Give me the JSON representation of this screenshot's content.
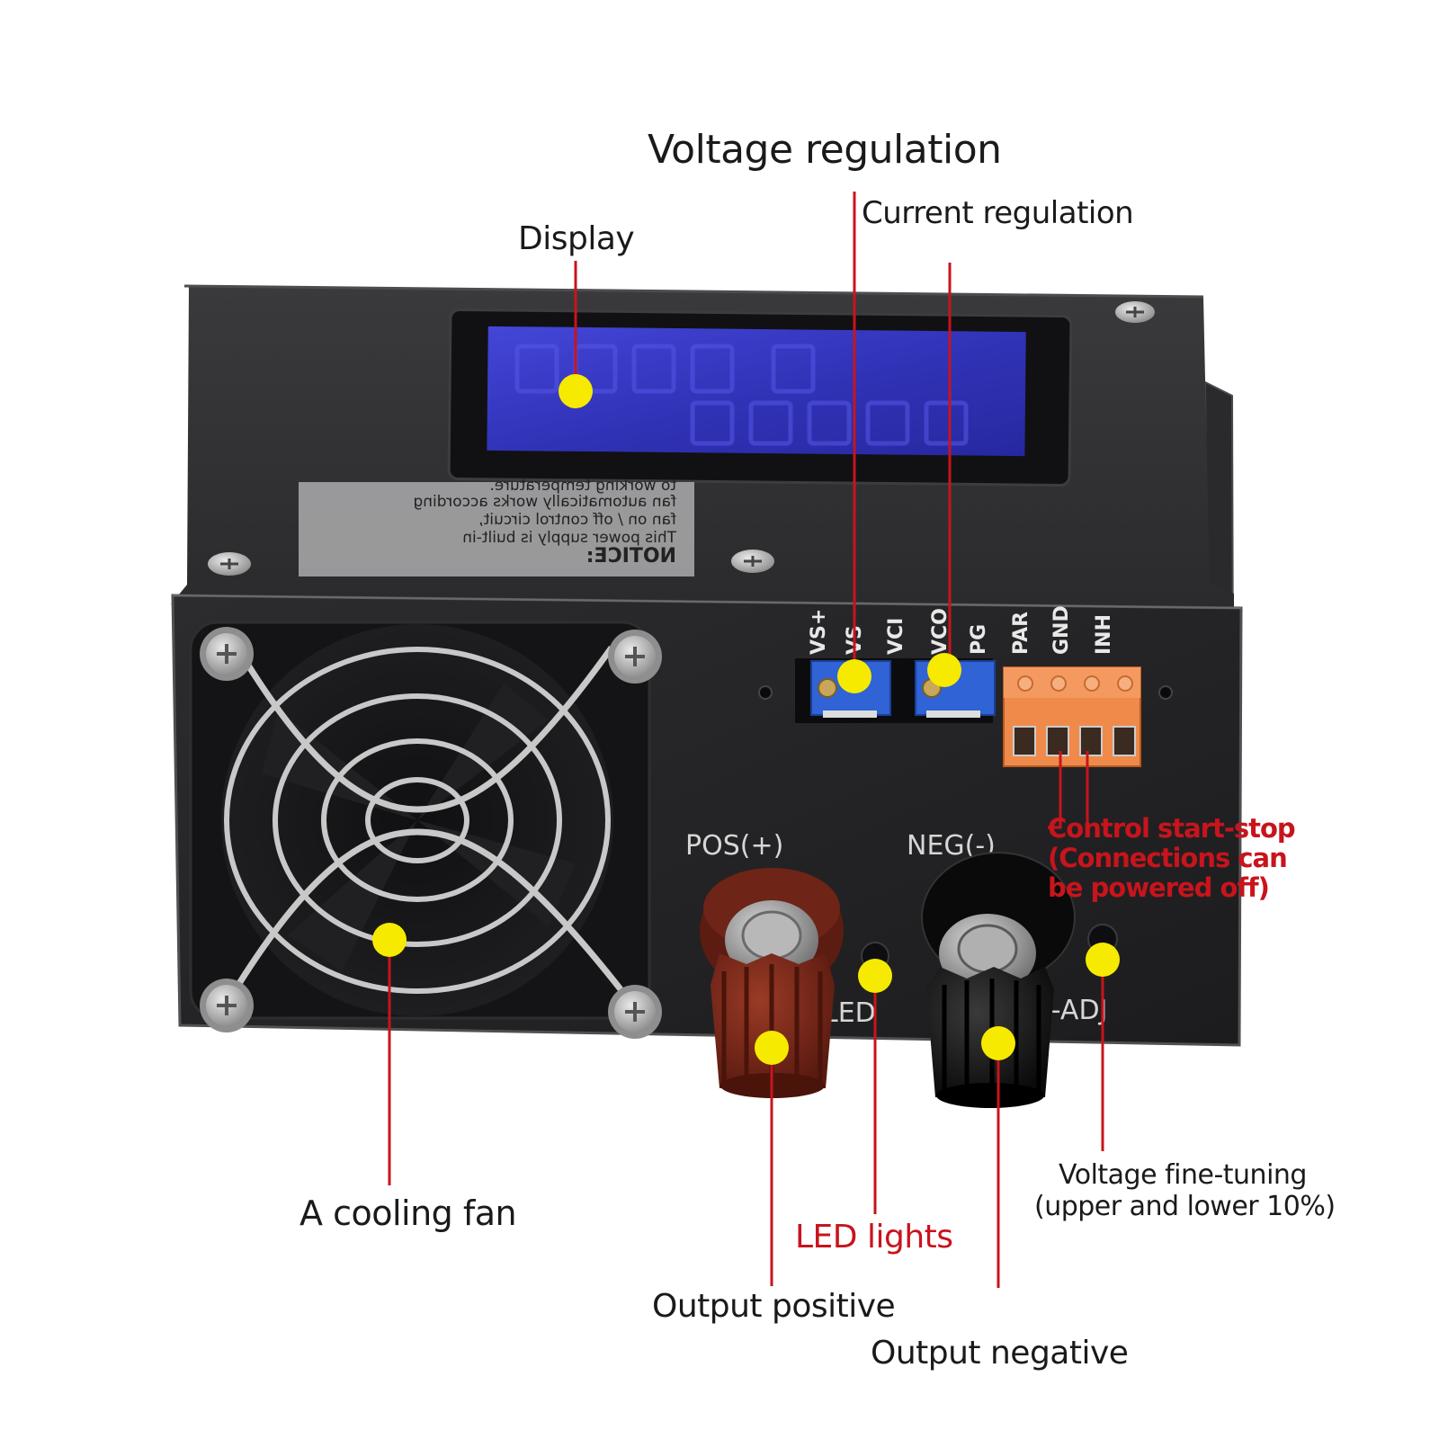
{
  "labels": {
    "voltage_regulation": "Voltage regulation",
    "current_regulation": "Current  regulation",
    "display": "Display",
    "control_start_stop": [
      "Control start-stop",
      "(Connections can",
      "be powered off)"
    ],
    "cooling_fan": "A cooling fan",
    "led_lights": "LED lights",
    "voltage_fine_tuning": [
      "Voltage fine-tuning",
      "(upper and lower 10%)"
    ],
    "output_positive": "Output positive",
    "output_negative": "Output negative"
  },
  "device": {
    "terminal_labels": [
      "VS+",
      "VS",
      "VCI",
      "VCO",
      "PG",
      "PAR",
      "GND",
      "INH"
    ],
    "pos_label": "POS(+)",
    "neg_label": "NEG(-)",
    "led_label": "LED",
    "vadj_label": "V-ADJ",
    "notice_title": "NOTICE:",
    "notice_lines": [
      "This  power  supply  is  built-in",
      "fan  on / off  control  circuit,",
      "fan automatically works according",
      "to  working  temperature."
    ]
  },
  "colors": {
    "callout_line": "#c8141c",
    "marker_dot": "#f6ea00",
    "red_text": "#c8141c",
    "chassis": "#2b2b2d",
    "lcd": "#3a3cd0",
    "terminal_block": "#f08a4b",
    "pos_knob": "#7a2a1a",
    "pot": "#2f63d6"
  }
}
